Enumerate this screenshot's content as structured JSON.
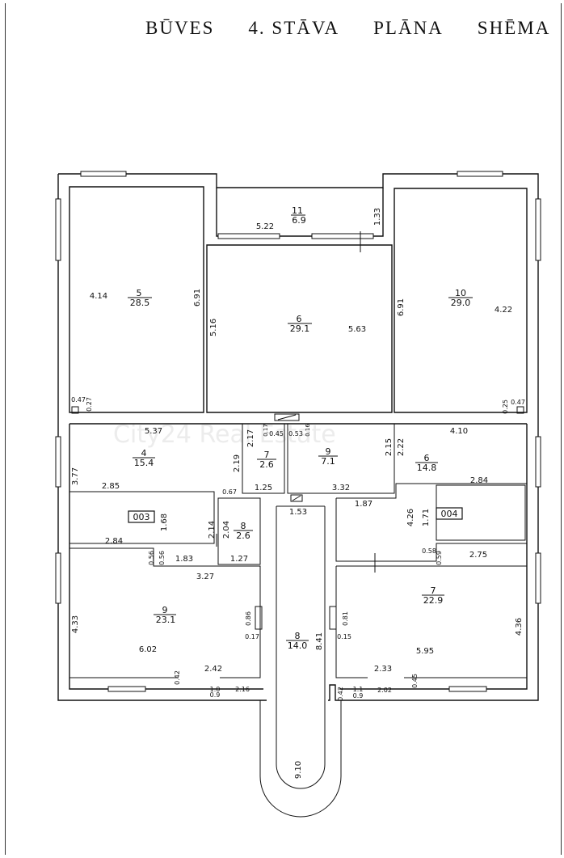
{
  "title": {
    "word1": "BŪVES",
    "word2": "4. STĀVA",
    "word3": "PLĀNA",
    "word4": "SHĒMA"
  },
  "watermark": "City24 Real Estate",
  "rooms": [
    {
      "id": "11",
      "area": "6.9"
    },
    {
      "id": "5",
      "area": "28.5"
    },
    {
      "id": "6",
      "area": "29.1"
    },
    {
      "id": "10",
      "area": "29.0"
    },
    {
      "id": "4",
      "area": "15.4"
    },
    {
      "id": "7",
      "area": "2.6"
    },
    {
      "id": "9",
      "area": "7.1"
    },
    {
      "id": "6",
      "area": "14.8"
    },
    {
      "id": "8",
      "area": "2.6"
    },
    {
      "id": "9",
      "area": "23.1"
    },
    {
      "id": "7",
      "area": "22.9"
    },
    {
      "id": "8",
      "area": "14.0"
    }
  ],
  "boxes": [
    "003",
    "004"
  ],
  "dimensions": [
    "1.33",
    "5.22",
    "4.14",
    "6.91",
    "5.16",
    "5.63",
    "6.91",
    "4.22",
    "0.47",
    "0.27",
    "0.25",
    "0.47",
    "5.37",
    "4.10",
    "3.77",
    "2.85",
    "2.17",
    "0.17",
    "0.45",
    "0.53",
    "0.16",
    "2.19",
    "2.15",
    "2.22",
    "1.25",
    "3.32",
    "2.84",
    "1.68",
    "0.67",
    "1.53",
    "1.87",
    "4.26",
    "1.71",
    "2.14",
    "2.04",
    "2.84",
    "0.56",
    "0.56",
    "1.83",
    "1.27",
    "0.58",
    "0.59",
    "2.75",
    "3.27",
    "4.33",
    "0.86",
    "0.17",
    "8.41",
    "0.81",
    "0.15",
    "4.36",
    "6.02",
    "5.95",
    "2.42",
    "2.33",
    "0.42",
    "1.0",
    "0.9",
    "2.16",
    "0.42",
    "1.1",
    "0.9",
    "2.02",
    "0.45",
    "9.10"
  ]
}
